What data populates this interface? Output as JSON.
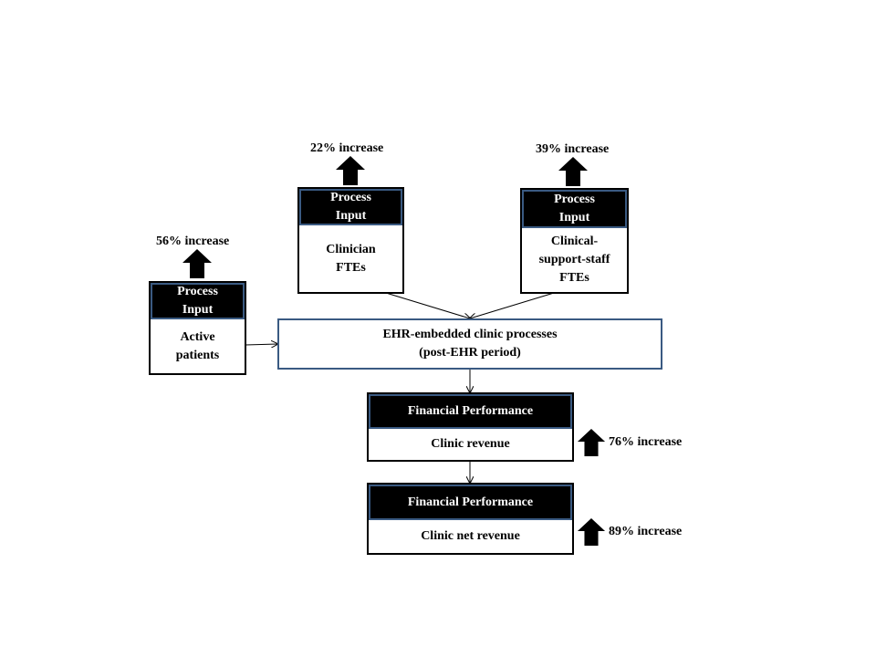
{
  "inputs": {
    "patients": {
      "header": [
        "Process",
        "Input"
      ],
      "label": [
        "Active",
        "patients"
      ],
      "change": "56% increase"
    },
    "clinician": {
      "header": [
        "Process",
        "Input"
      ],
      "label": [
        "Clinician",
        "FTEs"
      ],
      "change": "22% increase"
    },
    "staff": {
      "header": [
        "Process",
        "Input"
      ],
      "label": [
        "Clinical-",
        "support-staff",
        "FTEs"
      ],
      "change": "39% increase"
    }
  },
  "process": {
    "line1": "EHR-embedded clinic processes",
    "line2": "(post-EHR period)"
  },
  "outcomes": {
    "revenue": {
      "header": "Financial Performance",
      "label": "Clinic revenue",
      "change": "76% increase"
    },
    "net_revenue": {
      "header": "Financial Performance",
      "label": "Clinic net revenue",
      "change": "89% increase"
    }
  },
  "colors": {
    "header_bg": "#000000",
    "header_border": "#3a5a82",
    "arrow": "#000000"
  }
}
